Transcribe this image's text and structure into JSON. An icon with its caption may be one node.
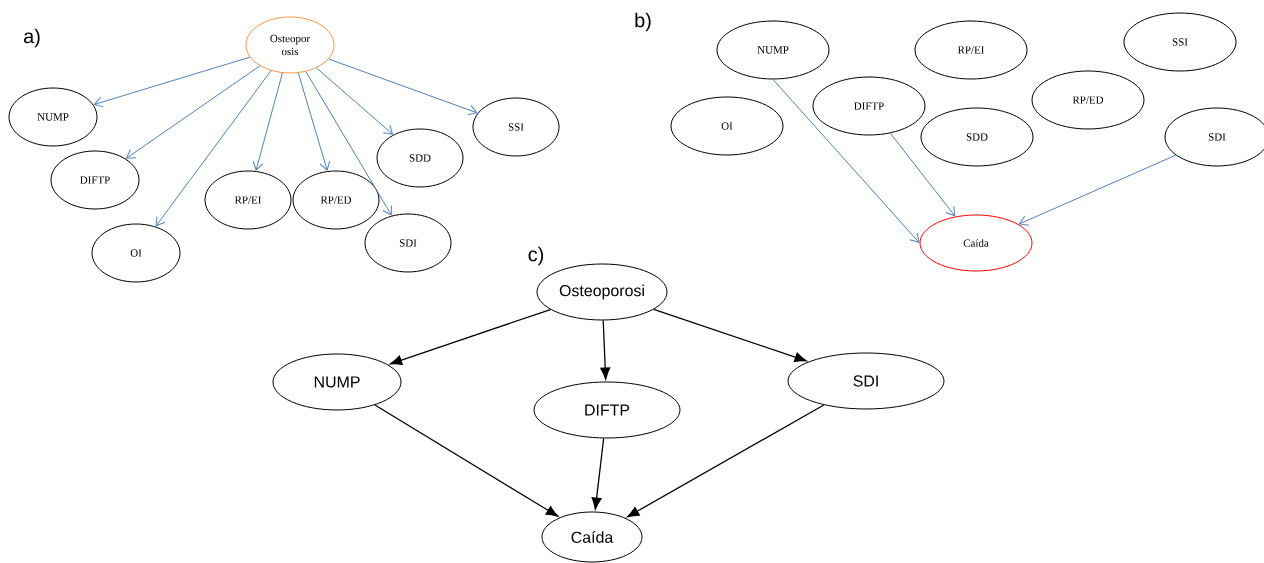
{
  "diagram": {
    "nodes": [
      {
        "text": [
          "Osteopor osis"
        ]
      },
      {
        "text": [
          "NUMP"
        ]
      },
      {
        "text": [
          "DIFTP"
        ]
      },
      {
        "text": [
          "OI"
        ]
      },
      {
        "text": [
          "RP/EI"
        ]
      },
      {
        "text": [
          "RP/ED"
        ]
      },
      {
        "text": [
          "SDD"
        ]
      },
      {
        "text": [
          "SDI"
        ]
      },
      {
        "text": [
          "SSI"
        ]
      },
      {
        "text": [
          "NUMP"
        ]
      },
      {
        "text": [
          "RP/EI"
        ]
      },
      {
        "text": [
          "SSI"
        ]
      },
      {
        "text": [
          "OI"
        ]
      },
      {
        "text": [
          "DIFTP"
        ]
      },
      {
        "text": [
          "RP/ED"
        ]
      },
      {
        "text": [
          "SDD"
        ]
      },
      {
        "text": [
          "SDI"
        ]
      },
      {
        "text": [
          "Caída"
        ]
      },
      {
        "text": [
          "Osteoporosi"
        ]
      },
      {
        "text": [
          "NUMP"
        ]
      },
      {
        "text": [
          "DIFTP"
        ]
      },
      {
        "text": [
          "SDI"
        ]
      },
      {
        "text": [
          "Caída"
        ]
      }
    ],
    "edges": [
      {
        "from": 0,
        "to": 1,
        "arrow": "to"
      },
      {
        "from": 0,
        "to": 2,
        "arrow": "to"
      },
      {
        "from": 0,
        "to": 3,
        "arrow": "to"
      },
      {
        "from": 0,
        "to": 4,
        "arrow": "to"
      },
      {
        "from": 0,
        "to": 5,
        "arrow": "to"
      },
      {
        "from": 0,
        "to": 7,
        "arrow": "to"
      },
      {
        "from": 0,
        "to": 6,
        "arrow": "to"
      },
      {
        "from": 0,
        "to": 8,
        "arrow": "to"
      },
      {
        "from": 9,
        "to": 17,
        "arrow": "to"
      },
      {
        "from": 13,
        "to": 17,
        "arrow": "to"
      },
      {
        "from": 16,
        "to": 17,
        "arrow": "to"
      },
      {
        "from": 18,
        "to": 19,
        "arrow": "to",
        "color": "#000000"
      },
      {
        "from": 18,
        "to": 20,
        "arrow": "to",
        "color": "#000000"
      },
      {
        "from": 18,
        "to": 21,
        "arrow": "to",
        "color": "#000000"
      },
      {
        "from": 19,
        "to": 22,
        "arrow": "to",
        "color": "#000000"
      },
      {
        "from": 20,
        "to": 22,
        "arrow": "to",
        "color": "#000000"
      },
      {
        "from": 21,
        "to": 22,
        "arrow": "to",
        "color": "#000000"
      }
    ],
    "labels": [
      "a)",
      "b)",
      "c)"
    ]
  }
}
